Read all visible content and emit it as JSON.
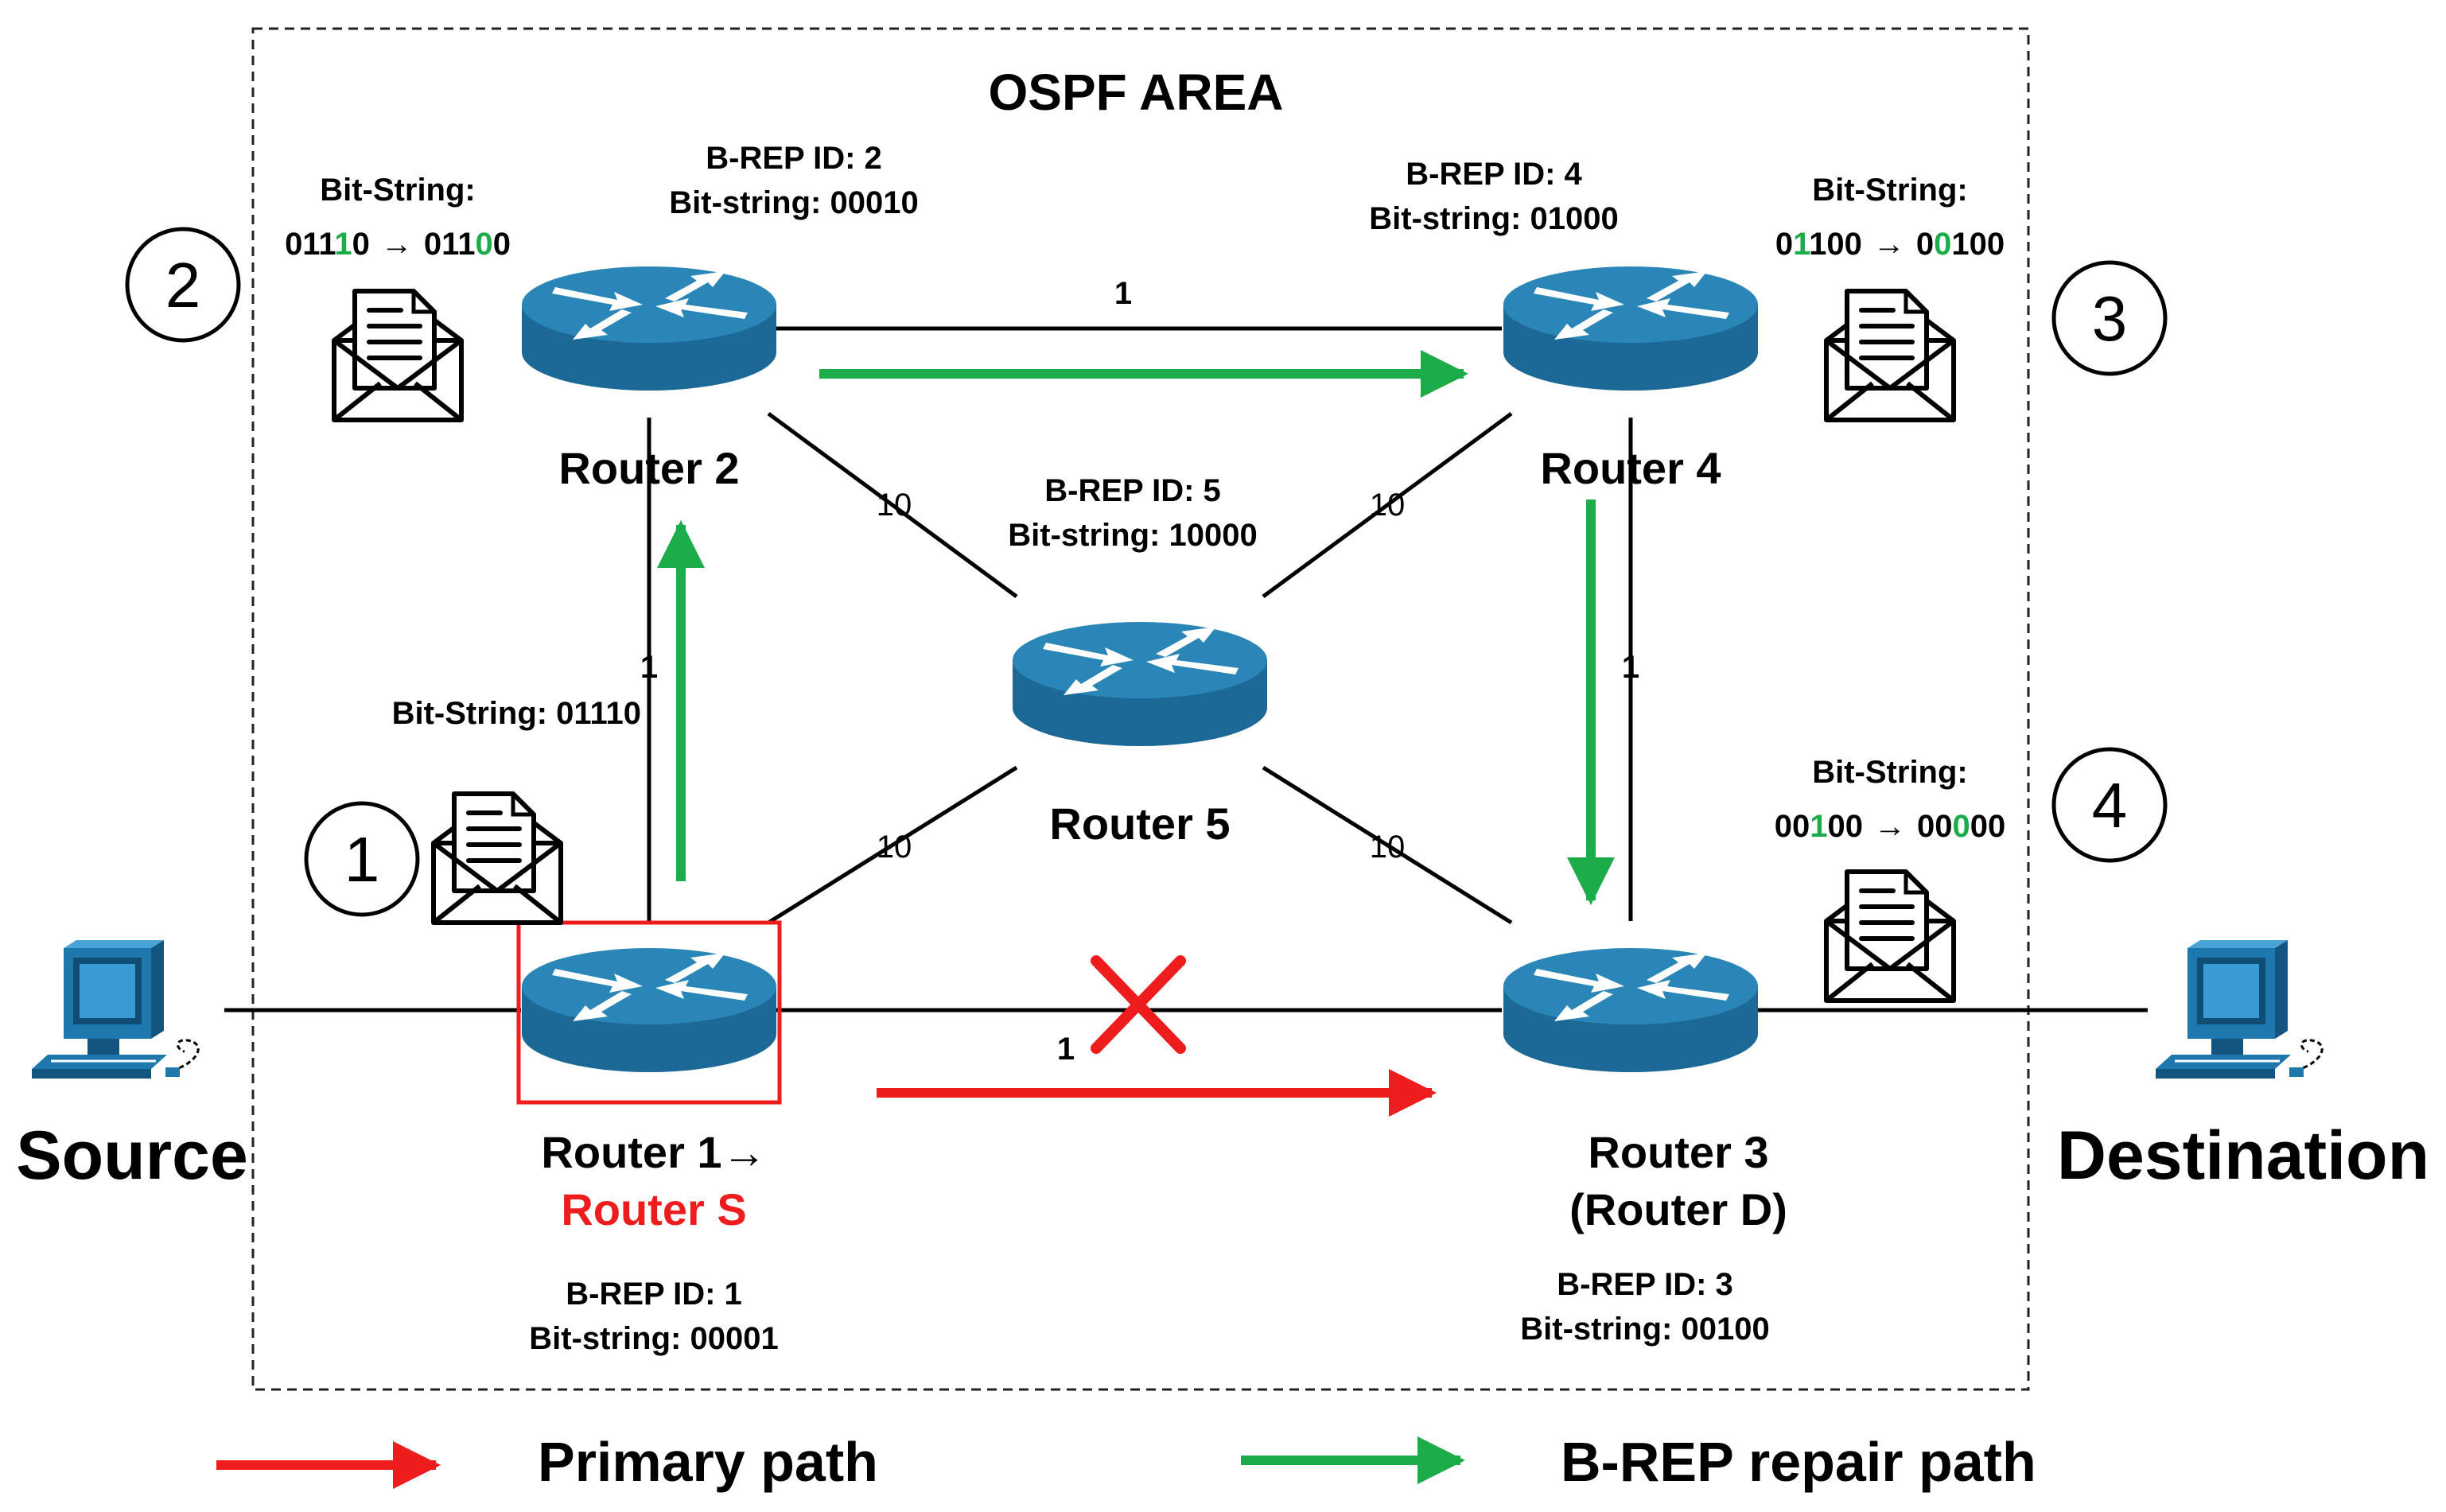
{
  "area": {
    "title": "OSPF AREA"
  },
  "routers": [
    {
      "key": "r1",
      "name_line1": "Router 1→",
      "name_line2": "Router S",
      "id_label": "B-REP ID: 1",
      "bitstring_label": "Bit-string: 00001"
    },
    {
      "key": "r2",
      "name_line1": "Router 2",
      "id_label": "B-REP ID: 2",
      "bitstring_label": "Bit-string: 00010"
    },
    {
      "key": "r3",
      "name_line1": "Router 3",
      "name_line2": "(Router D)",
      "id_label": "B-REP ID: 3",
      "bitstring_label": "Bit-string: 00100"
    },
    {
      "key": "r4",
      "name_line1": "Router 4",
      "id_label": "B-REP ID: 4",
      "bitstring_label": "Bit-string: 01000"
    },
    {
      "key": "r5",
      "name_line1": "Router 5",
      "id_label": "B-REP ID: 5",
      "bitstring_label": "Bit-string: 10000"
    }
  ],
  "links": [
    {
      "from": "Router 1",
      "to": "Router 2",
      "cost": "1"
    },
    {
      "from": "Router 2",
      "to": "Router 4",
      "cost": "1"
    },
    {
      "from": "Router 4",
      "to": "Router 3",
      "cost": "1"
    },
    {
      "from": "Router 1",
      "to": "Router 3",
      "cost": "1"
    },
    {
      "from": "Router 2",
      "to": "Router 5",
      "cost": "10"
    },
    {
      "from": "Router 4",
      "to": "Router 5",
      "cost": "10"
    },
    {
      "from": "Router 1",
      "to": "Router 5",
      "cost": "10"
    },
    {
      "from": "Router 3",
      "to": "Router 5",
      "cost": "10"
    }
  ],
  "hosts": {
    "source": "Source",
    "destination": "Destination"
  },
  "steps": [
    {
      "number": "1",
      "label": "Bit-String: 01110"
    },
    {
      "number": "2",
      "label": "Bit-String:",
      "from": {
        "a": "011",
        "b": "1",
        "c": "0"
      },
      "arrow": "→",
      "to": {
        "a": "011",
        "b": "0",
        "c": "0"
      }
    },
    {
      "number": "3",
      "label": "Bit-String:",
      "from": {
        "a": "0",
        "b": "1",
        "c": "100"
      },
      "arrow": "→",
      "to": {
        "a": "0",
        "b": "0",
        "c": "100"
      }
    },
    {
      "number": "4",
      "label": "Bit-String:",
      "from": {
        "a": "00",
        "b": "1",
        "c": "00"
      },
      "arrow": "→",
      "to": {
        "a": "00",
        "b": "0",
        "c": "00"
      }
    }
  ],
  "legend": {
    "primary": "Primary path",
    "repair": "B-REP repair path"
  },
  "colors": {
    "router": "#1f6e9c",
    "router_top": "#2a84b5",
    "primary": "#ee1c1c",
    "repair": "#1cad4a",
    "bit_changed": "#1cad4a",
    "failure": "#ee1c1c"
  },
  "icons": {
    "router": "router-icon",
    "envelope": "envelope-letter-icon",
    "host": "computer-icon",
    "failure": "failure-cross-icon"
  }
}
